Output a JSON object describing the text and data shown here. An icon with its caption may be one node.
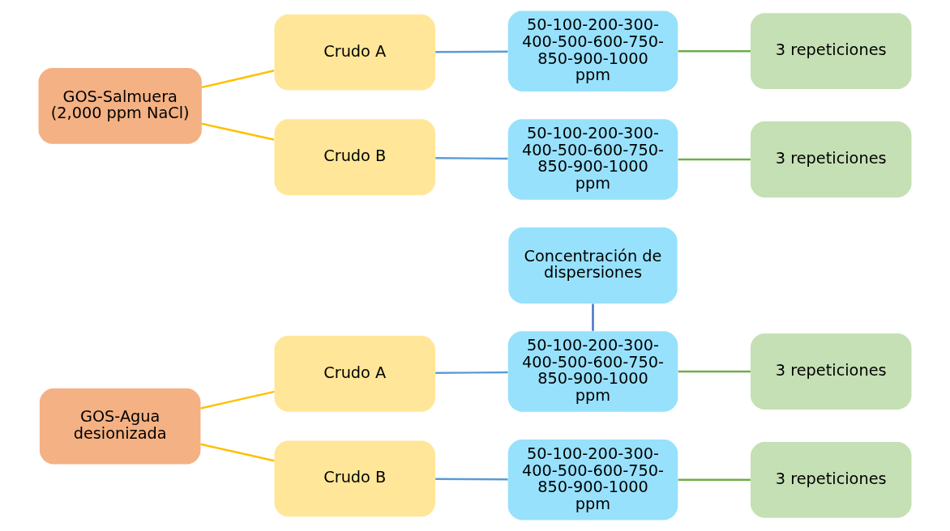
{
  "diagram": {
    "nodes": [
      {
        "text": [
          "Concentración de dispersiones"
        ]
      },
      {
        "text": [
          "GOS-Agua desionizada"
        ]
      },
      {
        "text": [
          "Crudo A"
        ]
      },
      {
        "text": [
          "50-100-200-300-400-500-600-750-850-900-1000 ppm"
        ]
      },
      {
        "text": [
          "3 repeticiones"
        ]
      },
      {
        "text": [
          "Crudo B"
        ]
      },
      {
        "text": [
          "50-100-200-300-400-500-600-750-850-900-1000 ppm"
        ]
      },
      {
        "text": [
          "3 repeticiones"
        ]
      },
      {
        "text": [
          "GOS-Salmuera (2,000 ppm NaCl)"
        ]
      },
      {
        "text": [
          "Crudo A"
        ]
      },
      {
        "text": [
          "50-100-200-300-400-500-600-750-850-900-1000 ppm"
        ]
      },
      {
        "text": [
          "3 repeticiones"
        ]
      },
      {
        "text": [
          "Crudo B"
        ]
      },
      {
        "text": [
          "50-100-200-300-400-500-600-750-850-900-1000 ppm"
        ]
      },
      {
        "text": [
          "3 repeticiones"
        ]
      }
    ],
    "edges": [
      {
        "from": 0,
        "to": 3,
        "arrow": "none",
        "color": "#4472c4"
      },
      {
        "from": 1,
        "to": 2,
        "arrow": "none",
        "color": "#ffc000"
      },
      {
        "from": 1,
        "to": 5,
        "arrow": "none",
        "color": "#ffc000"
      },
      {
        "from": 2,
        "to": 3,
        "arrow": "none",
        "color": "#5b9bd5"
      },
      {
        "from": 3,
        "to": 4,
        "arrow": "none",
        "color": "#70ad47"
      },
      {
        "from": 5,
        "to": 6,
        "arrow": "none",
        "color": "#5b9bd5"
      },
      {
        "from": 6,
        "to": 7,
        "arrow": "none",
        "color": "#70ad47"
      },
      {
        "from": 8,
        "to": 9,
        "arrow": "none",
        "color": "#ffc000"
      },
      {
        "from": 8,
        "to": 12,
        "arrow": "none",
        "color": "#ffc000"
      },
      {
        "from": 9,
        "to": 10,
        "arrow": "none",
        "color": "#5b9bd5"
      },
      {
        "from": 10,
        "to": 11,
        "arrow": "none",
        "color": "#70ad47"
      },
      {
        "from": 12,
        "to": 13,
        "arrow": "none",
        "color": "#5b9bd5"
      },
      {
        "from": 13,
        "to": 14,
        "arrow": "none",
        "color": "#70ad47"
      }
    ]
  }
}
